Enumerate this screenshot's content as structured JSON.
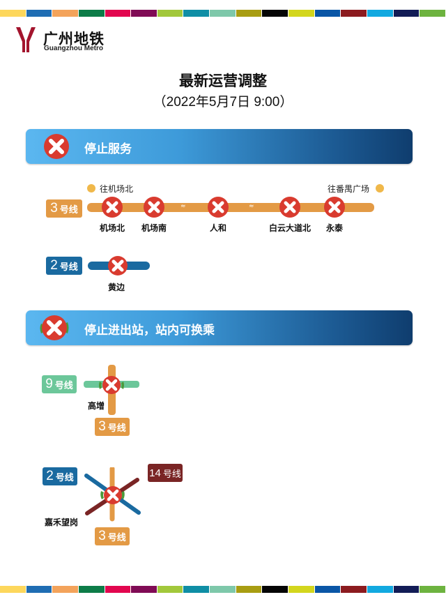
{
  "colors": {
    "stripe": [
      "#fdd75c",
      "#1f6db3",
      "#f3a35b",
      "#0d7c48",
      "#e2064f",
      "#800b55",
      "#a2c83b",
      "#0f8ea5",
      "#7ec8aa",
      "#a89d12",
      "#050505",
      "#d3d61d",
      "#0a56a6",
      "#8c1b1f",
      "#12a9e0",
      "#121c56",
      "#6db33f"
    ],
    "line3": "#e39a45",
    "line2": "#1a6aa0",
    "line9": "#6cc79a",
    "line14": "#7a2525",
    "close_red": "#d93b2f"
  },
  "header": {
    "logo_cn": "广州地铁",
    "logo_en": "Guangzhou Metro",
    "title": "最新运营调整",
    "subtitle": "（2022年5月7日  9:00）"
  },
  "section_stop_service": {
    "label": "停止服务",
    "icon": "close-circle-icon",
    "line3": {
      "num": "3",
      "suffix": "号线",
      "dir_left": "往机场北",
      "dir_right": "往番禺广场",
      "stations": [
        "机场北",
        "机场南",
        "人和",
        "白云大道北",
        "永泰"
      ]
    },
    "line2": {
      "num": "2",
      "suffix": "号线",
      "stations": [
        "黄边"
      ]
    }
  },
  "section_no_entry": {
    "label": "停止进出站，站内可换乘",
    "icon": "close-transfer-icon",
    "gaozeng": {
      "station": "高增",
      "line9": {
        "num": "9",
        "suffix": "号线"
      },
      "line3": {
        "num": "3",
        "suffix": "号线"
      }
    },
    "jiahe": {
      "station": "嘉禾望岗",
      "line2": {
        "num": "2",
        "suffix": "号线"
      },
      "line14": {
        "num": "14",
        "suffix": "号线"
      },
      "line3": {
        "num": "3",
        "suffix": "号线"
      }
    }
  }
}
